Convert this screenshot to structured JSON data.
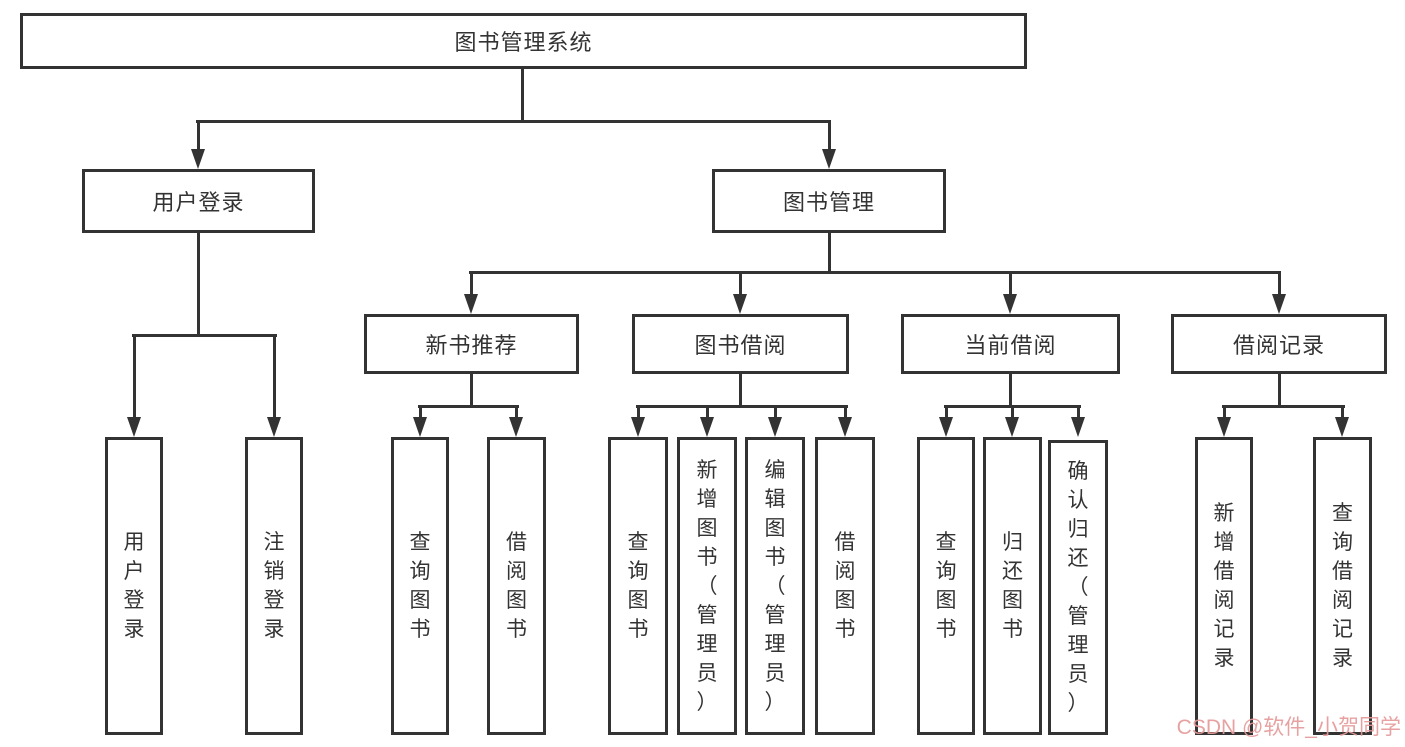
{
  "tree": {
    "label": "图书管理系统",
    "children": [
      {
        "label": "用户登录",
        "children": [
          {
            "label": "用户登录"
          },
          {
            "label": "注销登录"
          }
        ]
      },
      {
        "label": "图书管理",
        "children": [
          {
            "label": "新书推荐",
            "children": [
              {
                "label": "查询图书"
              },
              {
                "label": "借阅图书"
              }
            ]
          },
          {
            "label": "图书借阅",
            "children": [
              {
                "label": "查询图书"
              },
              {
                "label": "新增图书（管理员）"
              },
              {
                "label": "编辑图书（管理员）"
              },
              {
                "label": "借阅图书"
              }
            ]
          },
          {
            "label": "当前借阅",
            "children": [
              {
                "label": "查询图书"
              },
              {
                "label": "归还图书"
              },
              {
                "label": "确认归还（管理员）"
              }
            ]
          },
          {
            "label": "借阅记录",
            "children": [
              {
                "label": "新增借阅记录"
              },
              {
                "label": "查询借阅记录"
              }
            ]
          }
        ]
      }
    ]
  },
  "watermark": {
    "text": "CSDN @软件_小贺同学",
    "color": "#e59a9a"
  },
  "colors": {
    "line": "#333333",
    "text": "#333333",
    "background": "#ffffff"
  }
}
